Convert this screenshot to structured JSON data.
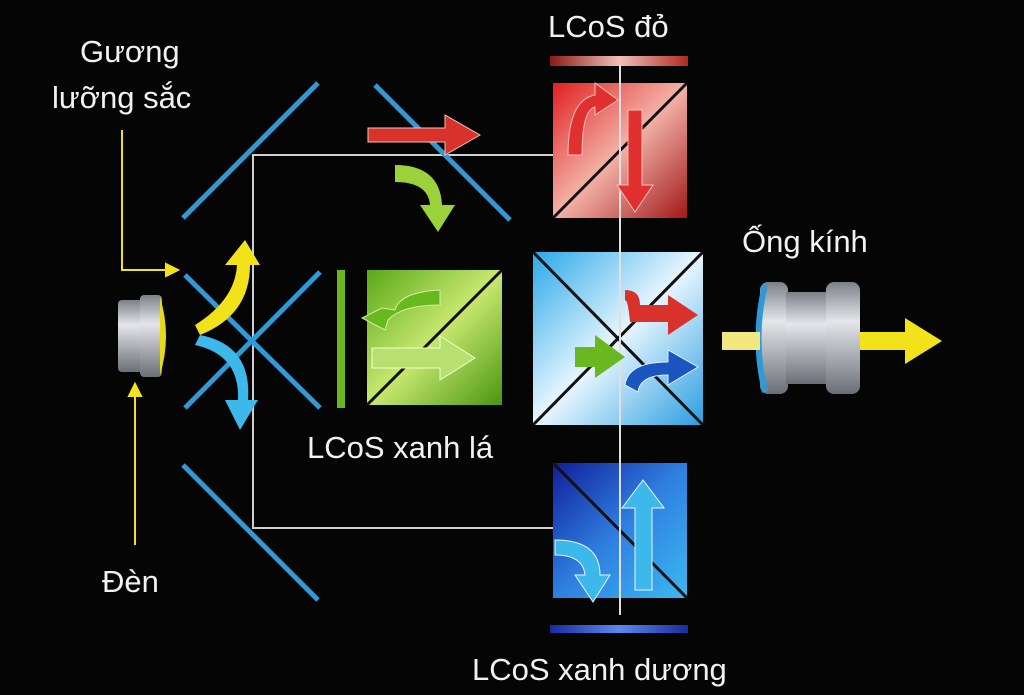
{
  "labels": {
    "dichroic_mirror_line1": "Gương",
    "dichroic_mirror_line2": "lưỡng sắc",
    "lcos_red": "LCoS đỏ",
    "lens": "Ống kính",
    "lcos_green": "LCoS xanh lá",
    "lamp": "Đèn",
    "lcos_blue": "LCoS xanh dương"
  },
  "colors": {
    "background": "#050505",
    "mirror": "#2f9ad8",
    "red": "#d8322a",
    "green": "#7cc228",
    "blue": "#1a3fbf",
    "cyan": "#3db8ea",
    "yellow": "#f2e21a",
    "guide_line": "#d0d0d0"
  }
}
